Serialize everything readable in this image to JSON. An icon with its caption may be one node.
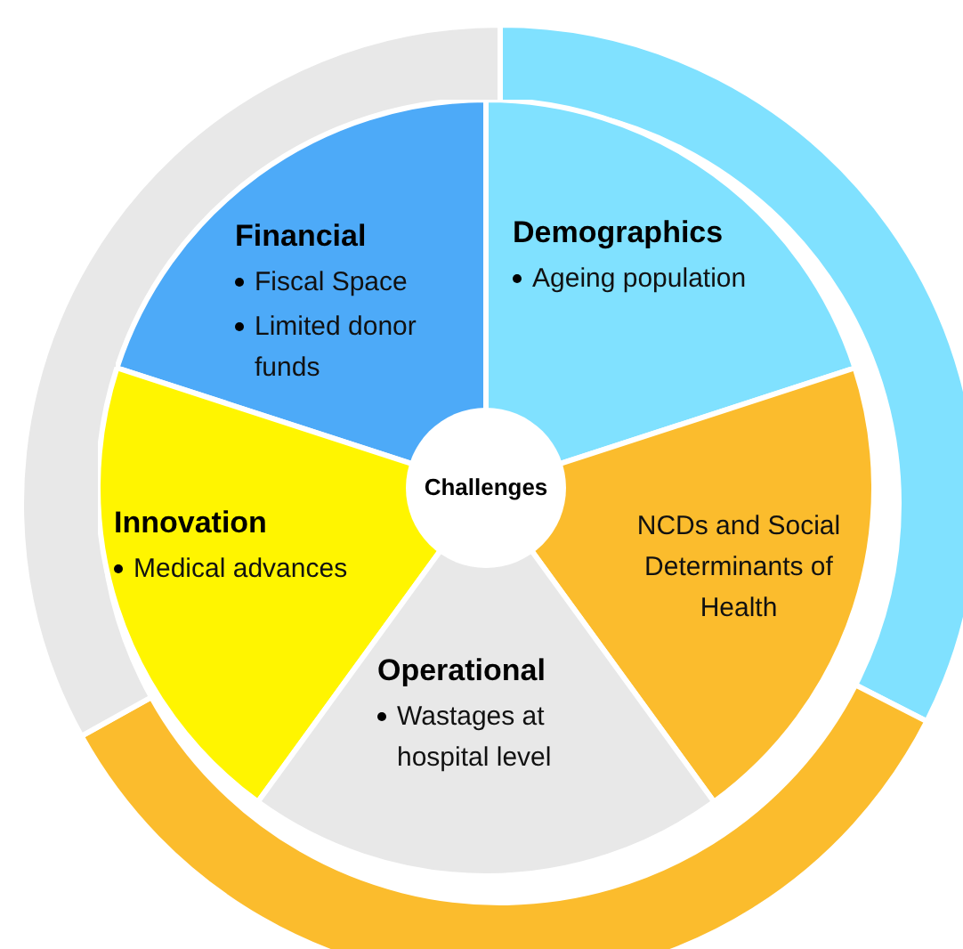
{
  "diagram": {
    "nodes": [
      {
        "text": [
          "Financial",
          "Fiscal Space",
          "Limited donor funds"
        ]
      },
      {
        "text": [
          "Demographics",
          "Ageing population"
        ]
      },
      {
        "text": [
          "Challenges"
        ]
      },
      {
        "text": [
          "Innovation",
          "Medical advances"
        ]
      },
      {
        "text": [
          "NCDs and Social Determinants of Health"
        ]
      },
      {
        "text": [
          "Operational",
          "Wastages at hospital level"
        ]
      }
    ]
  }
}
